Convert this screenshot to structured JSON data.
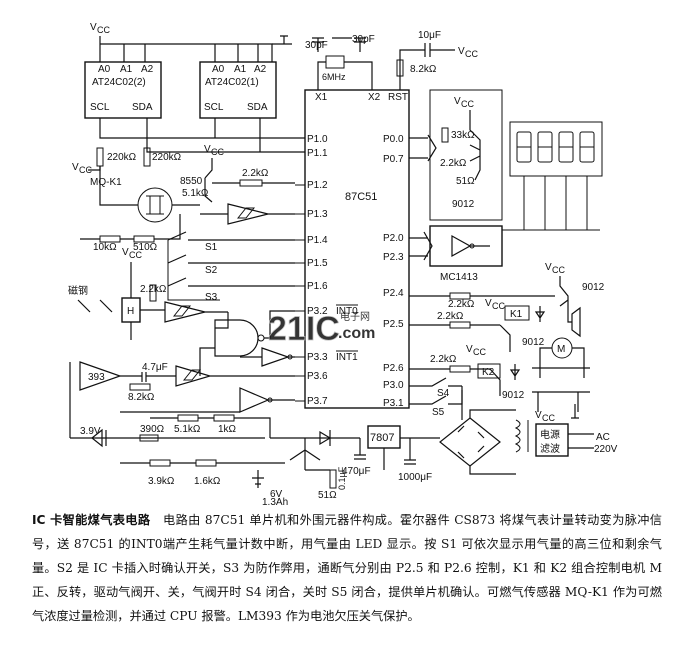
{
  "chips": {
    "mcu": "87C51",
    "eeprom2": "AT24C02(2)",
    "eeprom1": "AT24C02(1)",
    "driver": "MC1413",
    "comparator": "393",
    "regulator": "7807",
    "transistor_q1": "9012",
    "transistor_q2": "8550",
    "filter": "电源\n滤波"
  },
  "pins": {
    "a0": "A0",
    "a1": "A1",
    "a2": "A2",
    "scl": "SCL",
    "sda": "SDA",
    "x1": "X1",
    "x2": "X2",
    "rst": "RST",
    "p10": "P1.0",
    "p11": "P1.1",
    "p12": "P1.2",
    "p13": "P1.3",
    "p14": "P1.4",
    "p15": "P1.5",
    "p16": "P1.6",
    "p32": "P3.2",
    "p33": "P3.3",
    "p36": "P3.6",
    "p37": "P3.7",
    "int0": "INT0",
    "int1": "INT1",
    "p00": "P0.0",
    "p07": "P0.7",
    "p20": "P2.0",
    "p23": "P2.3",
    "p24": "P2.4",
    "p25": "P2.5",
    "p26": "P2.6",
    "p30": "P3.0",
    "p31": "P3.1"
  },
  "components": {
    "vcc": "V",
    "vcc_sub": "CC",
    "c30pf_a": "30pF",
    "c30pf_b": "30pF",
    "crystal": "6MHz",
    "c10uf": "10μF",
    "r82k_rst": "8.2kΩ",
    "r220k_a": "220kΩ",
    "r220k_b": "220kΩ",
    "sensor": "MQ-K1",
    "r51k": "5.1kΩ",
    "r22k_p12": "2.2kΩ",
    "r10k": "10kΩ",
    "r510": "510Ω",
    "s1": "S1",
    "s2": "S2",
    "s3": "S3",
    "s4": "S4",
    "s5": "S5",
    "reed": "磁钢",
    "hall": "H",
    "r22k_hall": "2.2kΩ",
    "c47uf": "4.7μF",
    "r82k_cmp": "8.2kΩ",
    "r51k_b": "5.1kΩ",
    "r1k": "1kΩ",
    "r390": "390Ω",
    "z39": "3.9V",
    "r39k": "3.9kΩ",
    "r16k": "1.6kΩ",
    "battery": "6V",
    "battery_cap": "1.3Ah",
    "r51": "51Ω",
    "c01uf": "0.1μF",
    "c470uf": "470μF",
    "c1000uf": "1000μF",
    "r33k": "33kΩ",
    "r22k_disp": "2.2kΩ",
    "r51_disp": "51Ω",
    "r22k_p24": "2.2kΩ",
    "r22k_p25": "2.2kΩ",
    "r22k_p26": "2.2kΩ",
    "k1": "K1",
    "k2": "K2",
    "motor": "M",
    "ac": "AC",
    "ac_v": "220V"
  },
  "watermark": {
    "main": "21IC",
    "cn": "电子网",
    "dot": ".com"
  },
  "caption": {
    "title": "IC 卡智能煤气表电路",
    "body": "电路由 87C51 单片机和外围元器件构成。霍尔器件 CS873 将煤气表计量转动变为脉冲信号，送 87C51 的INT0端产生耗气量计数中断，用气量由 LED 显示。按 S1 可依次显示用气量的高三位和剩余气量。S2 是 IC 卡插入时确认开关，S3 为防作弊用，通断气分别由 P2.5 和 P2.6 控制，K1 和 K2 组合控制电机 M 正、反转，驱动气阀开、关，气阀开时 S4 闭合，关时 S5 闭合，提供单片机确认。可燃气传感器 MQ-K1 作为可燃气浓度过量检测，并通过 CPU 报警。LM393 作为电池欠压关气保护。"
  },
  "colors": {
    "ink": "#111111",
    "watermark": "#d8d8d8"
  }
}
